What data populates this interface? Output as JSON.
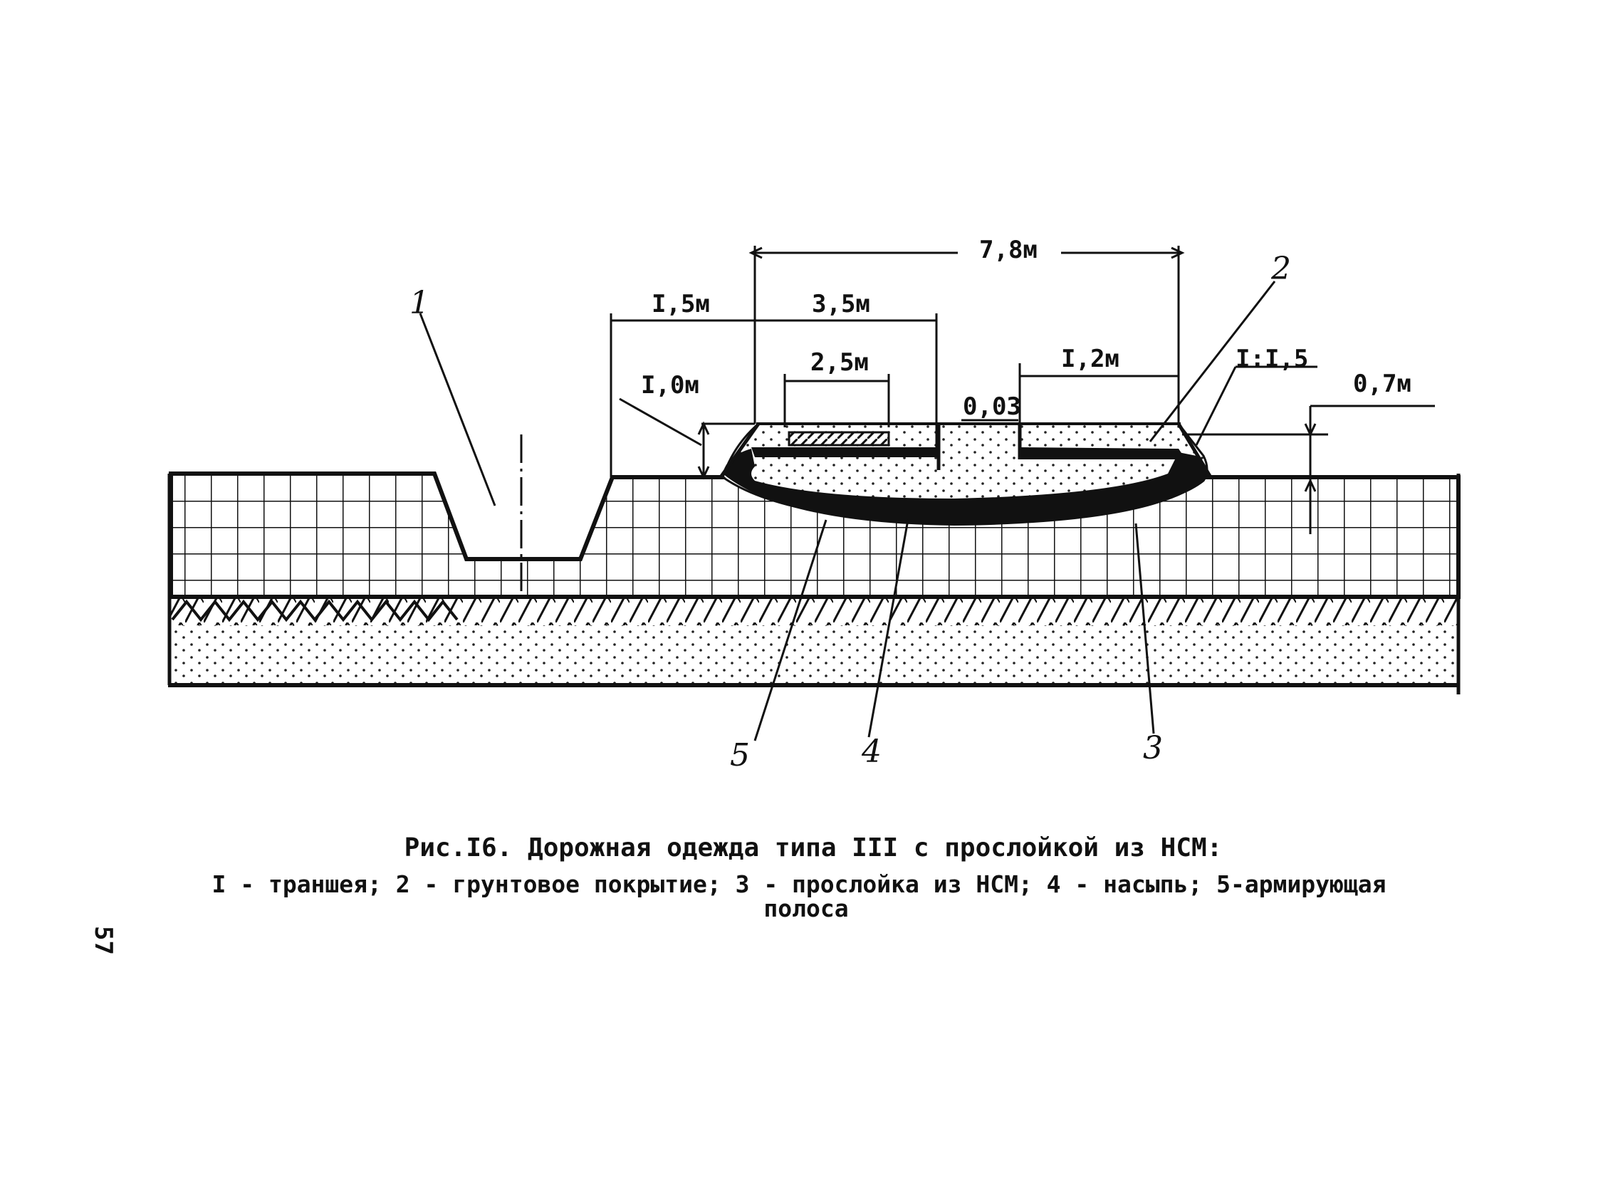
{
  "dimensions": {
    "total_width": "7,8м",
    "shoulder": "I,5м",
    "carriageway": "3,5м",
    "strip": "2,5м",
    "right_shoulder": "I,2м",
    "slope": "I:I,5",
    "height_left": "I,0м",
    "layer": "0,03",
    "height_right": "0,7м"
  },
  "callouts": {
    "c1": "1",
    "c2": "2",
    "c3": "3",
    "c4": "4",
    "c5": "5"
  },
  "caption": {
    "title": "Рис.I6. Дорожная одежда типа III с прослойкой из НСМ:",
    "legend_line1": "I - траншея; 2 - грунтовое покрытие; 3 - прослойка из НСМ; 4 - насыпь; 5-армирующая",
    "legend_line2": "полоса"
  },
  "page_number": "57"
}
